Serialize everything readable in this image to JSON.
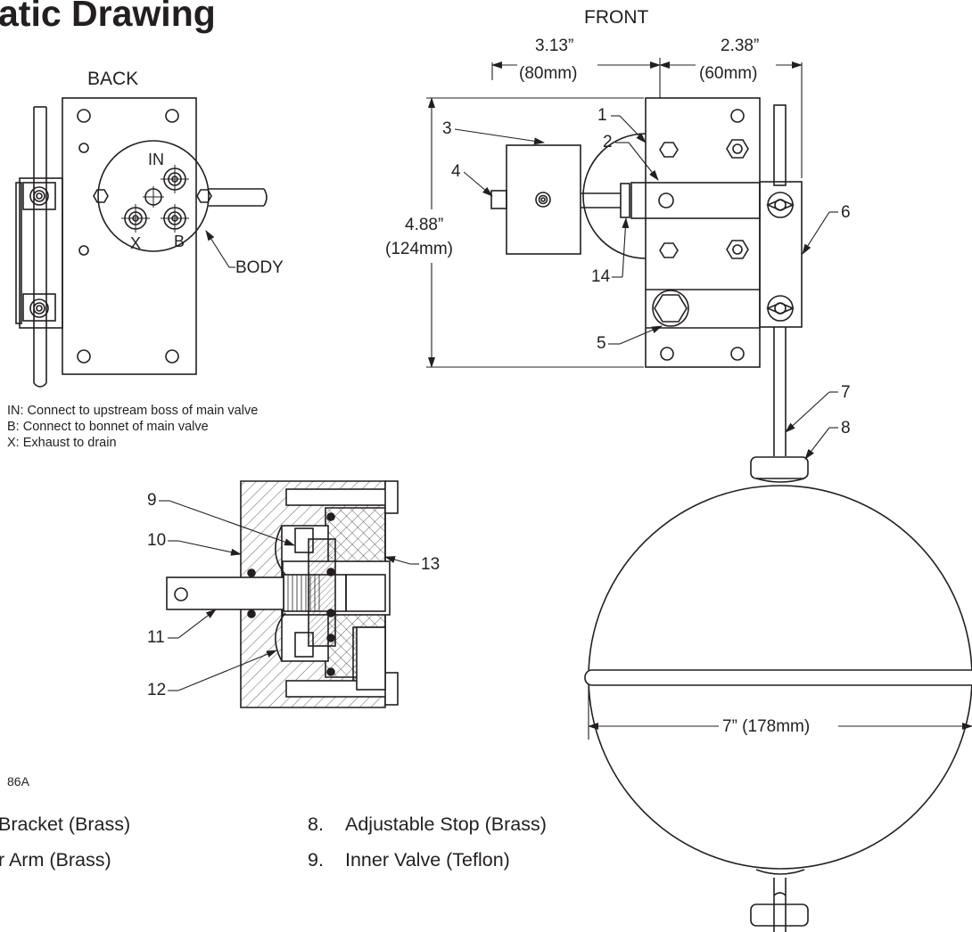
{
  "page": {
    "title": "atic Drawing",
    "drawing_number": "86A"
  },
  "views": {
    "back": "BACK",
    "front": "FRONT"
  },
  "ports": {
    "in": "IN",
    "x": "X",
    "b": "B",
    "body": "BODY"
  },
  "dimensions": {
    "width_left": "3.13”",
    "width_left_mm": "(80mm)",
    "width_right": "2.38”",
    "width_right_mm": "(60mm)",
    "height": "4.88”",
    "height_mm": "(124mm)",
    "float_diameter": "7” (178mm)"
  },
  "callouts": {
    "c1": "1",
    "c2": "2",
    "c3": "3",
    "c4": "4",
    "c5": "5",
    "c6": "6",
    "c7": "7",
    "c8": "8",
    "c9": "9",
    "c10": "10",
    "c11": "11",
    "c12": "12",
    "c13": "13",
    "c14": "14"
  },
  "legend": [
    "IN: Connect to upstream boss of main valve",
    "B:  Connect to bonnet of main valve",
    "X:  Exhaust to drain"
  ],
  "parts_left": [
    {
      "num": "",
      "text": "Bracket (Brass)"
    },
    {
      "num": "",
      "text": "r Arm (Brass)"
    }
  ],
  "parts_right": [
    {
      "num": "8.",
      "text": "Adjustable Stop (Brass)"
    },
    {
      "num": "9.",
      "text": "Inner Valve (Teflon)"
    }
  ]
}
